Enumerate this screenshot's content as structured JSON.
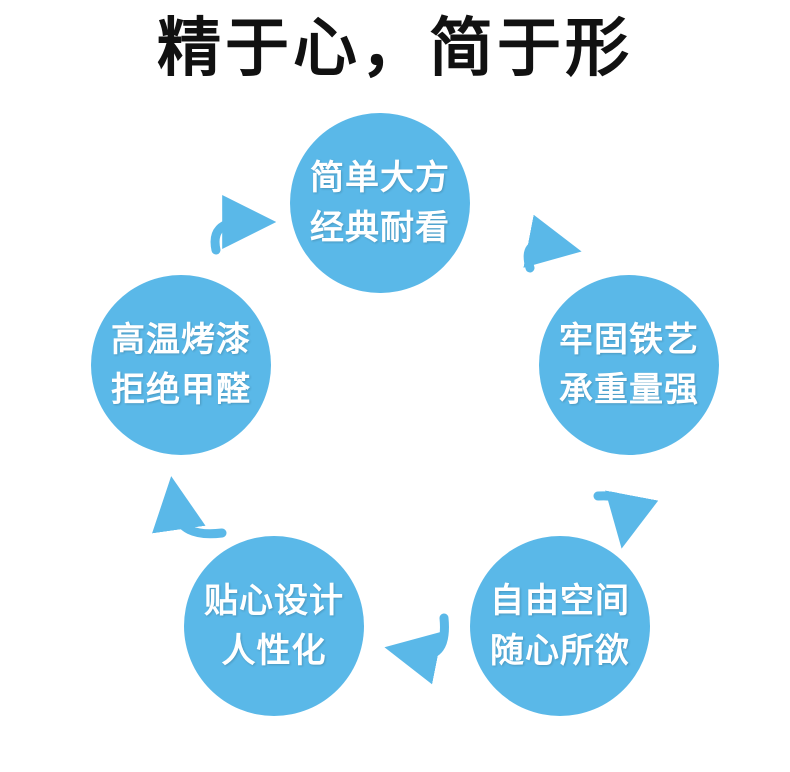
{
  "title": "精于心，简于形",
  "colors": {
    "circle": "#5ab8e8",
    "arrow": "#5ab8e8",
    "title": "#111111"
  },
  "cycle": [
    {
      "line1": "简单大方",
      "line2": "经典耐看"
    },
    {
      "line1": "牢固铁艺",
      "line2": "承重量强"
    },
    {
      "line1": "自由空间",
      "line2": "随心所欲"
    },
    {
      "line1": "贴心设计",
      "line2": "人性化"
    },
    {
      "line1": "高温烤漆",
      "line2": "拒绝甲醛"
    }
  ],
  "icons": [
    "curved-arrow-icon"
  ]
}
